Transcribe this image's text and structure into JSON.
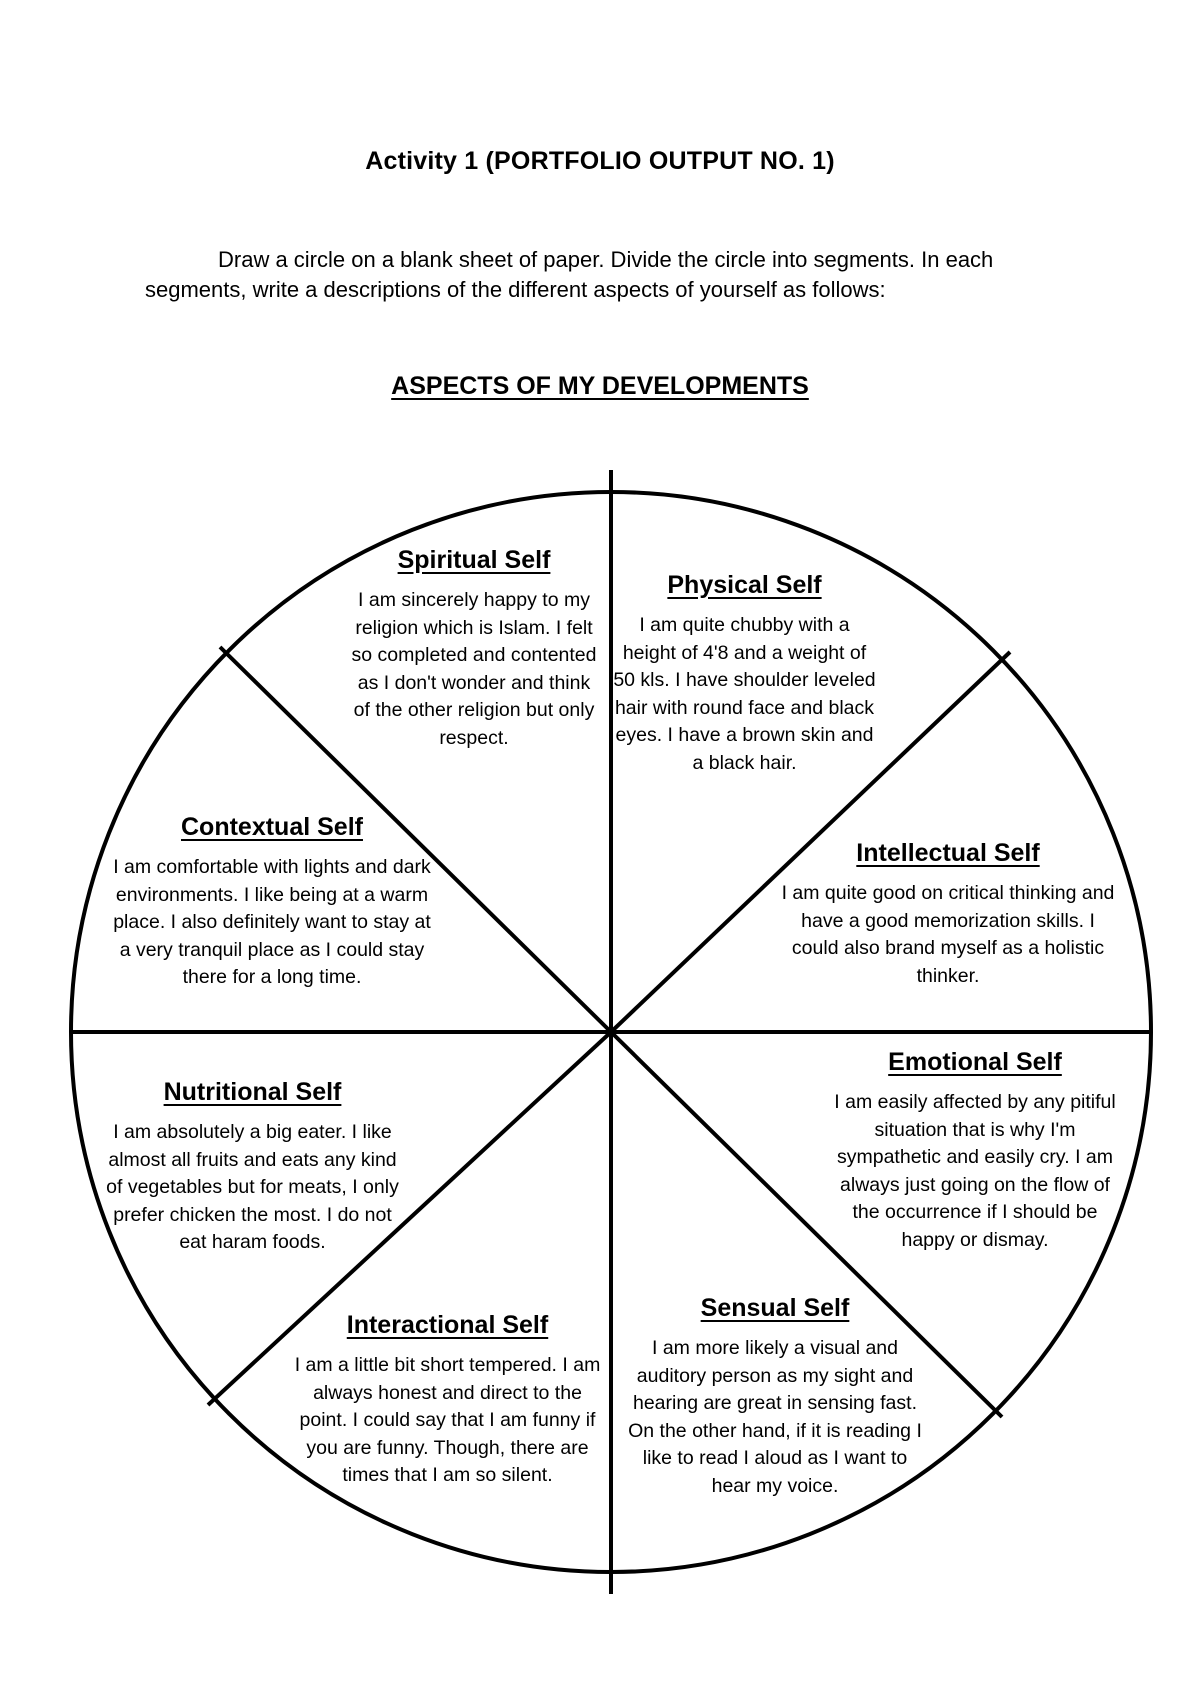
{
  "document": {
    "title": "Activity 1 (PORTFOLIO OUTPUT NO. 1)",
    "instructions": "Draw a circle on a blank sheet of paper. Divide the circle into segments. In each segments, write a descriptions of the different aspects of yourself as follows:",
    "section_heading": "ASPECTS OF MY DEVELOPMENTS"
  },
  "segments": {
    "spiritual": {
      "title": "Spiritual Self",
      "text": "I am sincerely happy to my religion which is Islam. I felt so completed and contented as I don't wonder and think of the other religion but only respect."
    },
    "physical": {
      "title": "Physical Self",
      "text": "I am quite chubby with a height of 4'8 and a weight of 50 kls. I have shoulder leveled hair with round face and black eyes. I have a brown skin and a black hair."
    },
    "contextual": {
      "title": "Contextual Self",
      "text": "I am comfortable with lights and dark environments. I like being at a warm place. I also definitely want to stay at a very tranquil place as I could stay there for a long time."
    },
    "intellectual": {
      "title": "Intellectual Self",
      "text": "I am quite good on critical thinking and have a good memorization skills. I could also brand myself as a holistic thinker."
    },
    "emotional": {
      "title": "Emotional Self",
      "text": "I am easily affected by any pitiful situation that is why I'm sympathetic and easily cry. I am always just going on the flow of the occurrence if I should be happy or dismay."
    },
    "nutritional": {
      "title": "Nutritional Self",
      "text": "I am absolutely a big eater. I like almost all fruits and eats any kind of vegetables but for meats, I only prefer chicken the most. I do not eat haram foods."
    },
    "sensual": {
      "title": "Sensual Self",
      "text": "I am more likely a visual and auditory person as my sight and hearing are great in sensing fast. On the other hand, if it is reading I like to read I aloud as I want to hear my voice."
    },
    "interactional": {
      "title": "Interactional Self",
      "text": "I am a little bit short tempered. I am always honest and direct to the point. I could say that I am funny if you are funny. Though, there are times that I am so silent."
    }
  }
}
